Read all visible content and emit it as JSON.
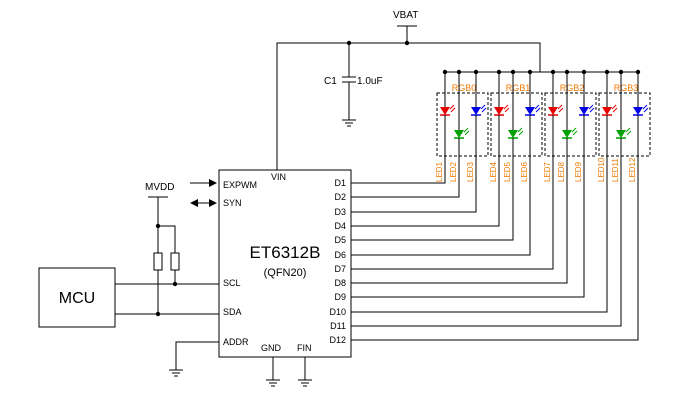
{
  "supply": {
    "vbat": "VBAT",
    "mvdd": "MVDD"
  },
  "capacitor": {
    "ref": "C1",
    "value": "1.0uF"
  },
  "mcu": {
    "label": "MCU"
  },
  "chip": {
    "name": "ET6312B",
    "package": "(QFN20)",
    "pins": {
      "vin": "VIN",
      "expwm": "EXPWM",
      "syn": "SYN",
      "scl": "SCL",
      "sda": "SDA",
      "addr": "ADDR",
      "gnd": "GND",
      "fin": "FIN",
      "outputs": [
        "D1",
        "D2",
        "D3",
        "D4",
        "D5",
        "D6",
        "D7",
        "D8",
        "D9",
        "D10",
        "D11",
        "D12"
      ]
    }
  },
  "rgb_groups": [
    "RGB0",
    "RGB1",
    "RGB2",
    "RGB3"
  ],
  "leds": [
    "LED1",
    "LED2",
    "LED3",
    "LED4",
    "LED5",
    "LED6",
    "LED7",
    "LED8",
    "LED9",
    "LED10",
    "LED11",
    "LED12"
  ],
  "colors": {
    "red_led": "#e60000",
    "green_led": "#00a000",
    "blue_led": "#0000e6",
    "label_orange": "#f07800"
  }
}
